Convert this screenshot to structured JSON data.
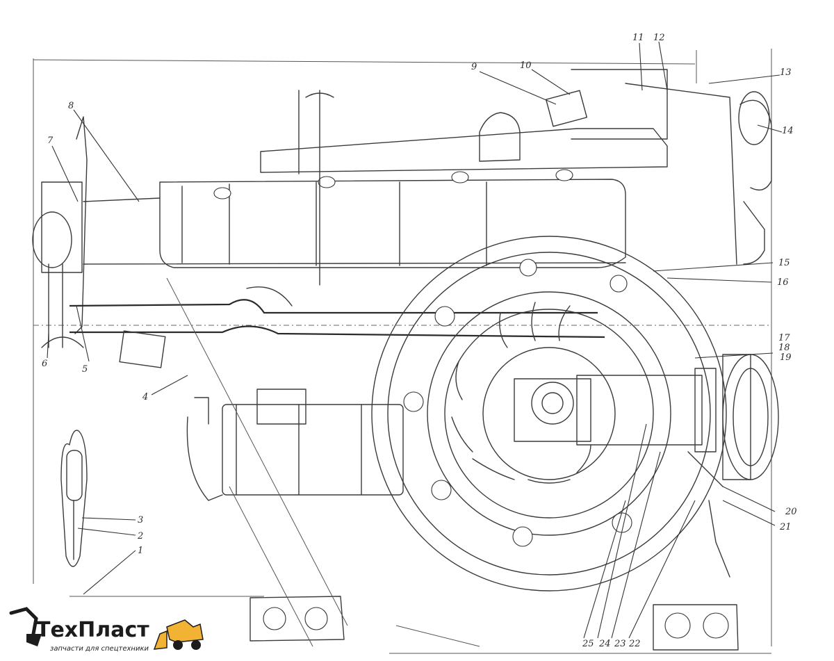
{
  "callouts": [
    {
      "id": "c1",
      "label": "1"
    },
    {
      "id": "c2",
      "label": "2"
    },
    {
      "id": "c3",
      "label": "3"
    },
    {
      "id": "c4",
      "label": "4"
    },
    {
      "id": "c5",
      "label": "5"
    },
    {
      "id": "c6",
      "label": "6"
    },
    {
      "id": "c7",
      "label": "7"
    },
    {
      "id": "c8",
      "label": "8"
    },
    {
      "id": "c9",
      "label": "9"
    },
    {
      "id": "c10",
      "label": "10"
    },
    {
      "id": "c11",
      "label": "11"
    },
    {
      "id": "c12",
      "label": "12"
    },
    {
      "id": "c13",
      "label": "13"
    },
    {
      "id": "c14",
      "label": "14"
    },
    {
      "id": "c15",
      "label": "15"
    },
    {
      "id": "c16",
      "label": "16"
    },
    {
      "id": "c17",
      "label": "17"
    },
    {
      "id": "c18",
      "label": "18"
    },
    {
      "id": "c19",
      "label": "19"
    },
    {
      "id": "c20",
      "label": "20"
    },
    {
      "id": "c21",
      "label": "21"
    },
    {
      "id": "c22",
      "label": "22"
    },
    {
      "id": "c23",
      "label": "23"
    },
    {
      "id": "c24",
      "label": "24"
    },
    {
      "id": "c25",
      "label": "25"
    }
  ],
  "logo": {
    "name": "ТехПласт",
    "tagline": "запчасти для спецтехники",
    "accent_color": "#f2b233"
  }
}
